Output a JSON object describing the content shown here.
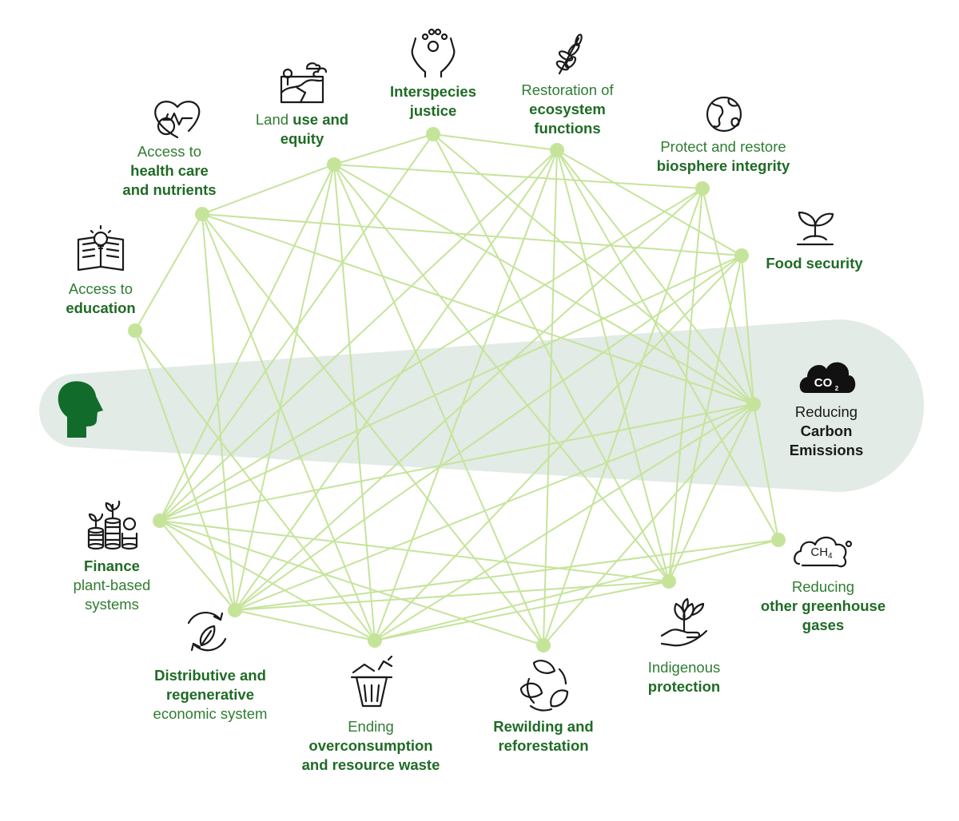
{
  "colors": {
    "edge": "#c5e49a",
    "node": "#c5e49a",
    "band": "#e2ebe5",
    "head": "#116b2b",
    "label_green": "#2f7d32",
    "label_bold": "#1f6b25"
  },
  "nodes": [
    {
      "id": "education",
      "icon": "book-lightbulb-icon",
      "lines": [
        {
          "t": "Access to",
          "b": false
        },
        {
          "t": "education",
          "b": true
        }
      ]
    },
    {
      "id": "health",
      "icon": "heart-apple-icon",
      "lines": [
        {
          "t": "Access to",
          "b": false
        },
        {
          "t": "health care",
          "b": true
        },
        {
          "t": "and nutrients",
          "b": true
        }
      ]
    },
    {
      "id": "land",
      "icon": "landscape-icon",
      "lines": [
        {
          "parts": [
            {
              "t": "Land ",
              "b": false
            },
            {
              "t": "use and",
              "b": true
            }
          ]
        },
        {
          "t": "equity",
          "b": true
        }
      ]
    },
    {
      "id": "interspecies",
      "icon": "hands-paw-icon",
      "lines": [
        {
          "t": "Interspecies",
          "b": true
        },
        {
          "t": "justice",
          "b": true
        }
      ]
    },
    {
      "id": "ecosystem",
      "icon": "leaf-branch-icon",
      "lines": [
        {
          "t": "Restoration of",
          "b": false
        },
        {
          "t": "ecosystem",
          "b": true
        },
        {
          "t": "functions",
          "b": true
        }
      ]
    },
    {
      "id": "biosphere",
      "icon": "globe-icon",
      "lines": [
        {
          "t": "Protect and restore",
          "b": false
        },
        {
          "t": "biosphere integrity",
          "b": true
        }
      ]
    },
    {
      "id": "food",
      "icon": "sprout-icon",
      "lines": [
        {
          "t": "Food security",
          "b": true
        }
      ]
    },
    {
      "id": "carbon",
      "icon": "co2-cloud-icon",
      "lines": [
        {
          "t": "Reducing",
          "b": false
        },
        {
          "t": "Carbon",
          "b": true
        },
        {
          "t": "Emissions",
          "b": true
        }
      ]
    },
    {
      "id": "ghg",
      "icon": "ch4-cloud-icon",
      "lines": [
        {
          "t": "Reducing",
          "b": false
        },
        {
          "t": "other greenhouse",
          "b": true
        },
        {
          "t": "gases",
          "b": true
        }
      ]
    },
    {
      "id": "indigenous",
      "icon": "hand-plant-icon",
      "lines": [
        {
          "t": "Indigenous",
          "b": false
        },
        {
          "t": "protection",
          "b": true
        }
      ]
    },
    {
      "id": "rewilding",
      "icon": "leaf-cycle-icon",
      "lines": [
        {
          "t": "Rewilding and",
          "b": true
        },
        {
          "t": "reforestation",
          "b": true
        }
      ]
    },
    {
      "id": "overconsumption",
      "icon": "trash-bin-icon",
      "lines": [
        {
          "t": "Ending",
          "b": false
        },
        {
          "t": "overconsumption",
          "b": true
        },
        {
          "t": "and resource waste",
          "b": true
        }
      ]
    },
    {
      "id": "distributive",
      "icon": "recycle-leaf-icon",
      "lines": [
        {
          "t": "Distributive and",
          "b": true
        },
        {
          "t": "regenerative",
          "b": true
        },
        {
          "t": "economic system",
          "b": false
        }
      ]
    },
    {
      "id": "finance",
      "icon": "coins-plants-icon",
      "lines": [
        {
          "t": "Finance",
          "b": true
        },
        {
          "t": "plant-based",
          "b": false
        },
        {
          "t": "systems",
          "b": false
        }
      ]
    }
  ],
  "edges": [
    [
      "education",
      "health"
    ],
    [
      "education",
      "distributive"
    ],
    [
      "education",
      "overconsumption"
    ],
    [
      "health",
      "land"
    ],
    [
      "health",
      "food"
    ],
    [
      "health",
      "carbon"
    ],
    [
      "health",
      "distributive"
    ],
    [
      "health",
      "overconsumption"
    ],
    [
      "health",
      "rewilding"
    ],
    [
      "land",
      "interspecies"
    ],
    [
      "land",
      "biosphere"
    ],
    [
      "land",
      "carbon"
    ],
    [
      "land",
      "finance"
    ],
    [
      "land",
      "distributive"
    ],
    [
      "land",
      "overconsumption"
    ],
    [
      "land",
      "rewilding"
    ],
    [
      "land",
      "indigenous"
    ],
    [
      "interspecies",
      "ecosystem"
    ],
    [
      "interspecies",
      "carbon"
    ],
    [
      "interspecies",
      "indigenous"
    ],
    [
      "interspecies",
      "finance"
    ],
    [
      "ecosystem",
      "food"
    ],
    [
      "ecosystem",
      "carbon"
    ],
    [
      "ecosystem",
      "ghg"
    ],
    [
      "ecosystem",
      "finance"
    ],
    [
      "ecosystem",
      "distributive"
    ],
    [
      "ecosystem",
      "overconsumption"
    ],
    [
      "ecosystem",
      "rewilding"
    ],
    [
      "ecosystem",
      "indigenous"
    ],
    [
      "biosphere",
      "finance"
    ],
    [
      "biosphere",
      "distributive"
    ],
    [
      "biosphere",
      "carbon"
    ],
    [
      "biosphere",
      "indigenous"
    ],
    [
      "biosphere",
      "rewilding"
    ],
    [
      "food",
      "carbon"
    ],
    [
      "food",
      "indigenous"
    ],
    [
      "food",
      "distributive"
    ],
    [
      "food",
      "overconsumption"
    ],
    [
      "food",
      "finance"
    ],
    [
      "carbon",
      "finance"
    ],
    [
      "carbon",
      "distributive"
    ],
    [
      "carbon",
      "overconsumption"
    ],
    [
      "carbon",
      "rewilding"
    ],
    [
      "carbon",
      "indigenous"
    ],
    [
      "carbon",
      "ghg"
    ],
    [
      "ghg",
      "distributive"
    ],
    [
      "ghg",
      "overconsumption"
    ],
    [
      "indigenous",
      "distributive"
    ],
    [
      "indigenous",
      "overconsumption"
    ],
    [
      "indigenous",
      "finance"
    ],
    [
      "finance",
      "distributive"
    ],
    [
      "finance",
      "overconsumption"
    ],
    [
      "finance",
      "rewilding"
    ],
    [
      "distributive",
      "overconsumption"
    ]
  ]
}
